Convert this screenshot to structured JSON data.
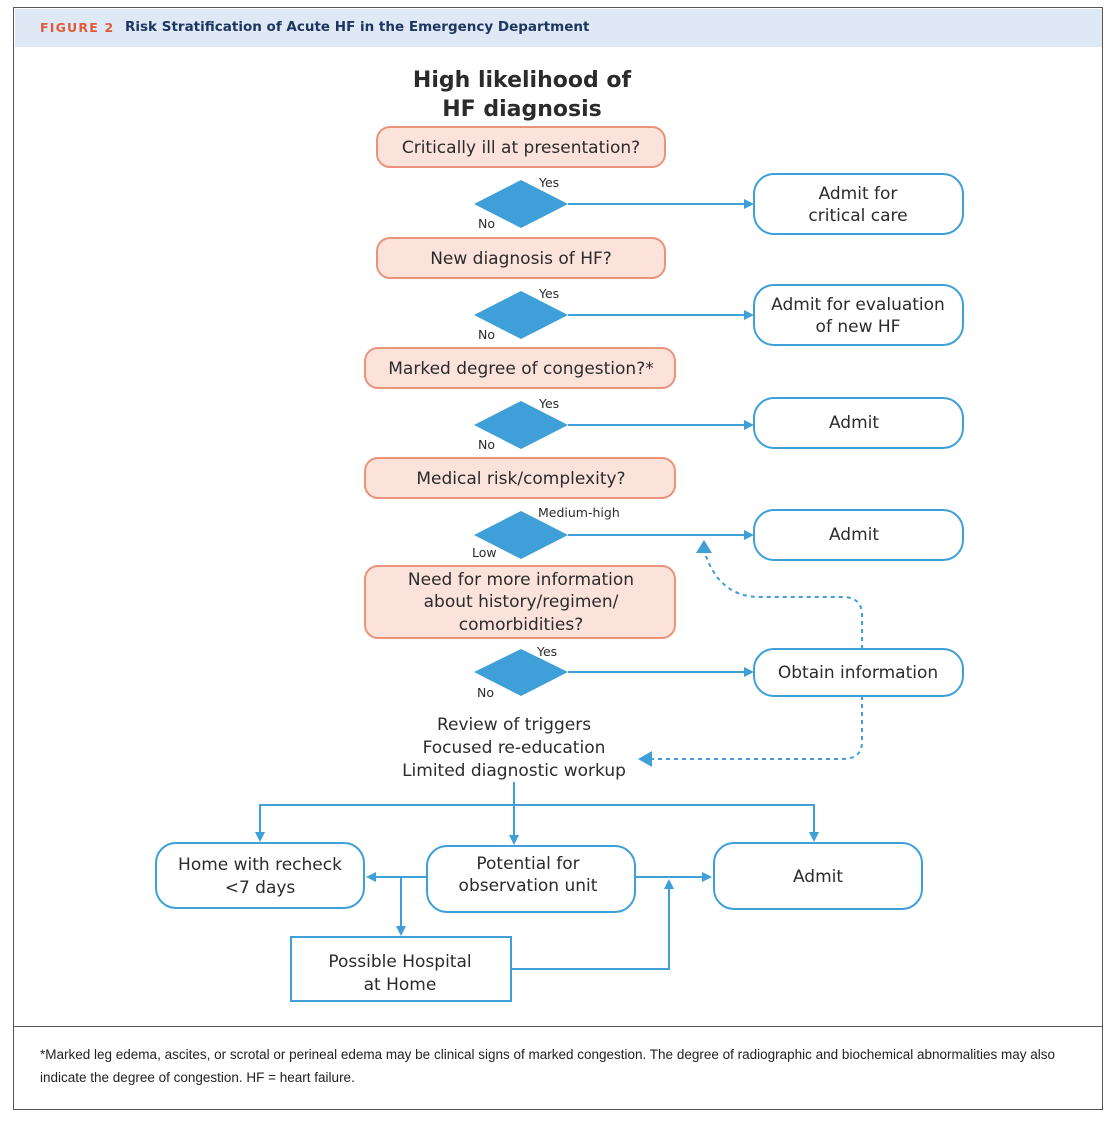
{
  "figure": {
    "label": "FIGURE 2",
    "title": "Risk Stratification of Acute HF in the Emergency Department"
  },
  "diagram": {
    "start_line1": "High likelihood of",
    "start_line2": "HF diagnosis",
    "q1": "Critically ill at presentation?",
    "q2": "New diagnosis of HF?",
    "q3": "Marked degree of congestion?*",
    "q4": "Medical risk/complexity?",
    "q5_line1": "Need for more information",
    "q5_line2": "about history/regimen/",
    "q5_line3": "comorbidities?",
    "yes": "Yes",
    "no": "No",
    "medium_high": "Medium-high",
    "low": "Low",
    "r1_line1": "Admit for",
    "r1_line2": "critical care",
    "r2_line1": "Admit for evaluation",
    "r2_line2": "of new HF",
    "r3": "Admit",
    "r4": "Admit",
    "r5": "Obtain information",
    "review_line1": "Review of triggers",
    "review_line2": "Focused re-education",
    "review_line3": "Limited diagnostic workup",
    "home_line1": "Home with recheck",
    "home_line2": "<7 days",
    "obs_line1": "Potential for",
    "obs_line2": "observation unit",
    "admit_final": "Admit",
    "hospital_line1": "Possible Hospital",
    "hospital_line2": "at Home"
  },
  "footnote": "*Marked leg edema, ascites, or scrotal or perineal edema may be clinical signs of marked congestion. The degree of radiographic and biochemical abnormalities may also indicate the degree of congestion. HF = heart failure.",
  "colors": {
    "question_fill": "#fbe3dc",
    "question_stroke": "#e9937a",
    "flow_blue": "#3f9fd8",
    "header_bg": "#dfe9f5",
    "figure_label": "#e05a3a",
    "title_color": "#1e3560"
  }
}
